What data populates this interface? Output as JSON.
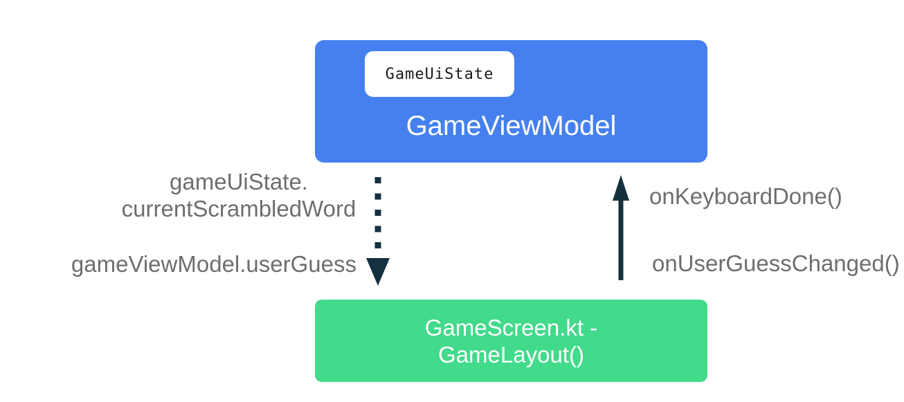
{
  "colors": {
    "view_model_box": "#4680ee",
    "screen_box": "#42da8b",
    "arrow": "#15313f",
    "label_text": "#6e6e6e"
  },
  "view_model_box": {
    "badge": "GameUiState",
    "title": "GameViewModel"
  },
  "screen_box": {
    "title_line1": "GameScreen.kt -",
    "title_line2": "GameLayout()"
  },
  "state_flow": {
    "arrow_icon": "dotted-arrow-down",
    "label_line1": "gameUiState.",
    "label_line2": "currentScrambledWord",
    "user_guess_label": "gameViewModel.userGuess"
  },
  "event_flow": {
    "arrow_icon": "solid-arrow-up",
    "keyboard_done_label": "onKeyboardDone()",
    "user_guess_changed_label": "onUserGuessChanged()"
  }
}
